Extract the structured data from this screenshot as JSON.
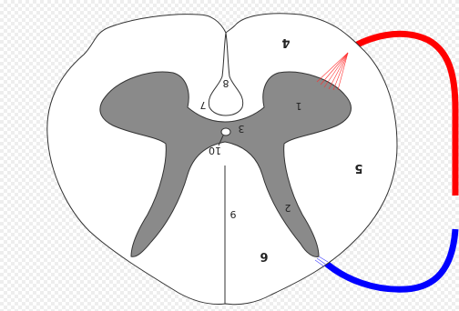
{
  "diagram": {
    "colors": {
      "white_matter": "#ffffff",
      "gray_matter": "#8a8a8a",
      "outline": "#333333",
      "afferent_fiber": "#ff0000",
      "efferent_fiber": "#0000ff",
      "background": "#f0f0f0"
    },
    "labels": {
      "l1": "1",
      "l2": "2",
      "l3": "3",
      "l4": "4",
      "l5": "5",
      "l6": "6",
      "l7": "7",
      "l8": "8",
      "l9": "9",
      "l10": "10"
    }
  }
}
